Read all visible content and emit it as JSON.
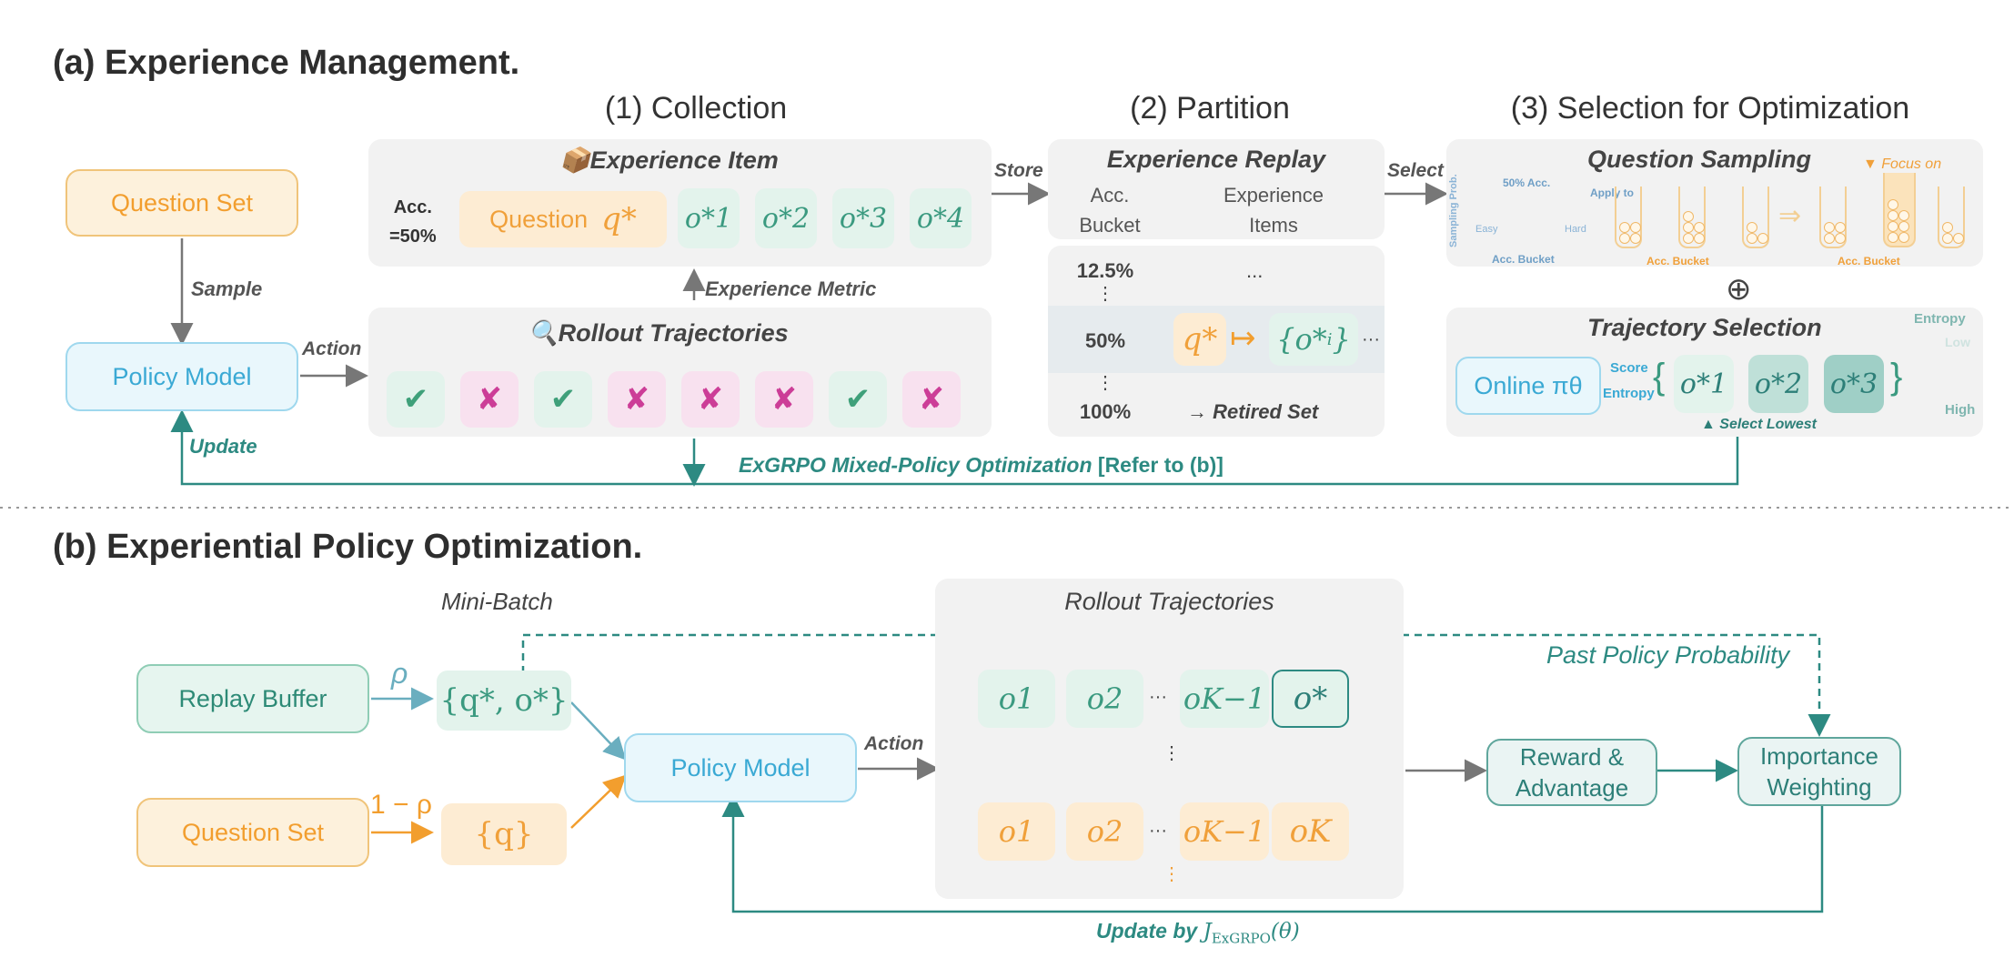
{
  "sections": {
    "a_title": "(a) Experience Management.",
    "b_title": "(b) Experiential Policy Optimization."
  },
  "columns": {
    "collection": "(1) Collection",
    "partition": "(2) Partition",
    "selection": "(3) Selection for Optimization"
  },
  "part_a": {
    "question_set": "Question Set",
    "policy_model": "Policy Model",
    "sample": "Sample",
    "action": "Action",
    "update": "Update",
    "experience_item_title": "Experience Item",
    "acc_label": "Acc.",
    "acc_value": "=50%",
    "question_word": "Question",
    "q_star": "q*",
    "outputs": [
      "o*1",
      "o*2",
      "o*3",
      "o*4"
    ],
    "experience_metric": "Experience Metric",
    "rollout_title": "Rollout Trajectories",
    "rollout_marks": [
      "check",
      "cross",
      "check",
      "cross",
      "cross",
      "cross",
      "check",
      "cross"
    ],
    "store": "Store",
    "select": "Select",
    "replay_title": "Experience Replay",
    "acc_bucket": "Acc. Bucket",
    "experience_items": "Experience Items",
    "bucket_rows": [
      {
        "bucket": "12.5%",
        "content": "..."
      },
      {
        "bucket": "50%",
        "content": "q* ↦ {o*i} ..."
      },
      {
        "bucket": "100%",
        "content": "→ Retired Set"
      }
    ],
    "question_sampling_title": "Question Sampling",
    "focus_on": "▼ Focus on",
    "sampling_prob": "Sampling Prob.",
    "acc_50": "50% Acc.",
    "easy": "Easy",
    "hard": "Hard",
    "apply_to": "Apply to",
    "acc_bucket_small": "Acc. Bucket",
    "trajectory_selection_title": "Trajectory Selection",
    "online_pi": "Online πθ",
    "score": "Score",
    "entropy": "Entropy",
    "traj_outputs": [
      "o*1",
      "o*2",
      "o*3"
    ],
    "select_lowest": "▲ Select Lowest",
    "entropy_scale": {
      "title": "Entropy",
      "low": "Low",
      "high": "High"
    },
    "exgrpo_label": "ExGRPO Mixed-Policy Optimization",
    "refer": "[Refer to (b)]"
  },
  "part_b": {
    "mini_batch": "Mini-Batch",
    "replay_buffer": "Replay Buffer",
    "question_set": "Question Set",
    "rho": "ρ",
    "one_minus_rho": "1 − ρ",
    "qo_set": "{q*, o*}",
    "q_set": "{q}",
    "policy_model": "Policy Model",
    "action": "Action",
    "rollout_title": "Rollout Trajectories",
    "green_outputs": [
      "o1",
      "o2",
      "···",
      "oK−1",
      "o*"
    ],
    "orange_outputs": [
      "o1",
      "o2",
      "···",
      "oK−1",
      "oK"
    ],
    "reward": "Reward & Advantage",
    "importance": "Importance Weighting",
    "past_policy": "Past Policy Probability",
    "update_by": "Update by",
    "j_label": "J",
    "j_sub": "ExGRPO",
    "j_arg": "(θ)"
  },
  "colors": {
    "orange": "#f29e2e",
    "blue": "#3aa9d4",
    "green": "#3b9a80",
    "teal": "#2d8a82",
    "pink": "#cc3d97",
    "gray_panel": "#f2f2f2"
  }
}
